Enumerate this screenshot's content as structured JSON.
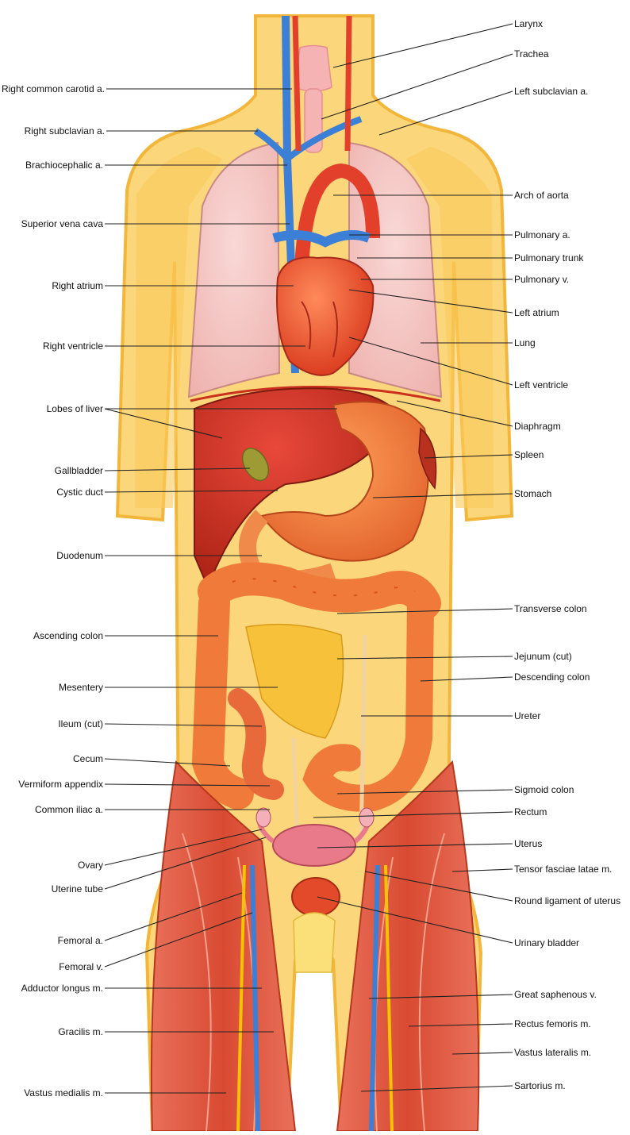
{
  "labels_left": [
    "Right common carotid a.",
    "Right subclavian a.",
    "Brachiocephalic a.",
    "Superior vena cava",
    "Right atrium",
    "Right ventricle",
    "Lobes of liver",
    "Gallbladder",
    "Cystic duct",
    "Duodenum",
    "Ascending colon",
    "Mesentery",
    "Ileum (cut)",
    "Cecum",
    "Vermiform appendix",
    "Common iliac a.",
    "Ovary",
    "Uterine tube",
    "Femoral a.",
    "Femoral v.",
    "Adductor longus m.",
    "Gracilis m.",
    "Vastus medialis m."
  ],
  "labels_right": [
    "Larynx",
    "Trachea",
    "Left subclavian a.",
    "Arch of aorta",
    "Pulmonary a.",
    "Pulmonary trunk",
    "Pulmonary v.",
    "Left atrium",
    "Lung",
    "Left ventricle",
    "Diaphragm",
    "Spleen",
    "Stomach",
    "Transverse colon",
    "Jejunum (cut)",
    "Descending colon",
    "Ureter",
    "Sigmoid colon",
    "Rectum",
    "Uterus",
    "Tensor fasciae latae m.",
    "Round ligament of uterus",
    "Urinary bladder",
    "Great saphenous v.",
    "Rectus femoris m.",
    "Vastus lateralis m.",
    "Sartorius m."
  ],
  "colors": {
    "skin": "#fbd67a",
    "skin_edge": "#f2b63a",
    "lung": "#f4c9c9",
    "muscle": "#e0553a",
    "organ": "#e84a2a",
    "liver": "#c9301e",
    "colon": "#f07a3a",
    "vein": "#3b7fd6",
    "artery": "#e2402a",
    "nerve": "#f5c400",
    "leader": "#222222"
  }
}
